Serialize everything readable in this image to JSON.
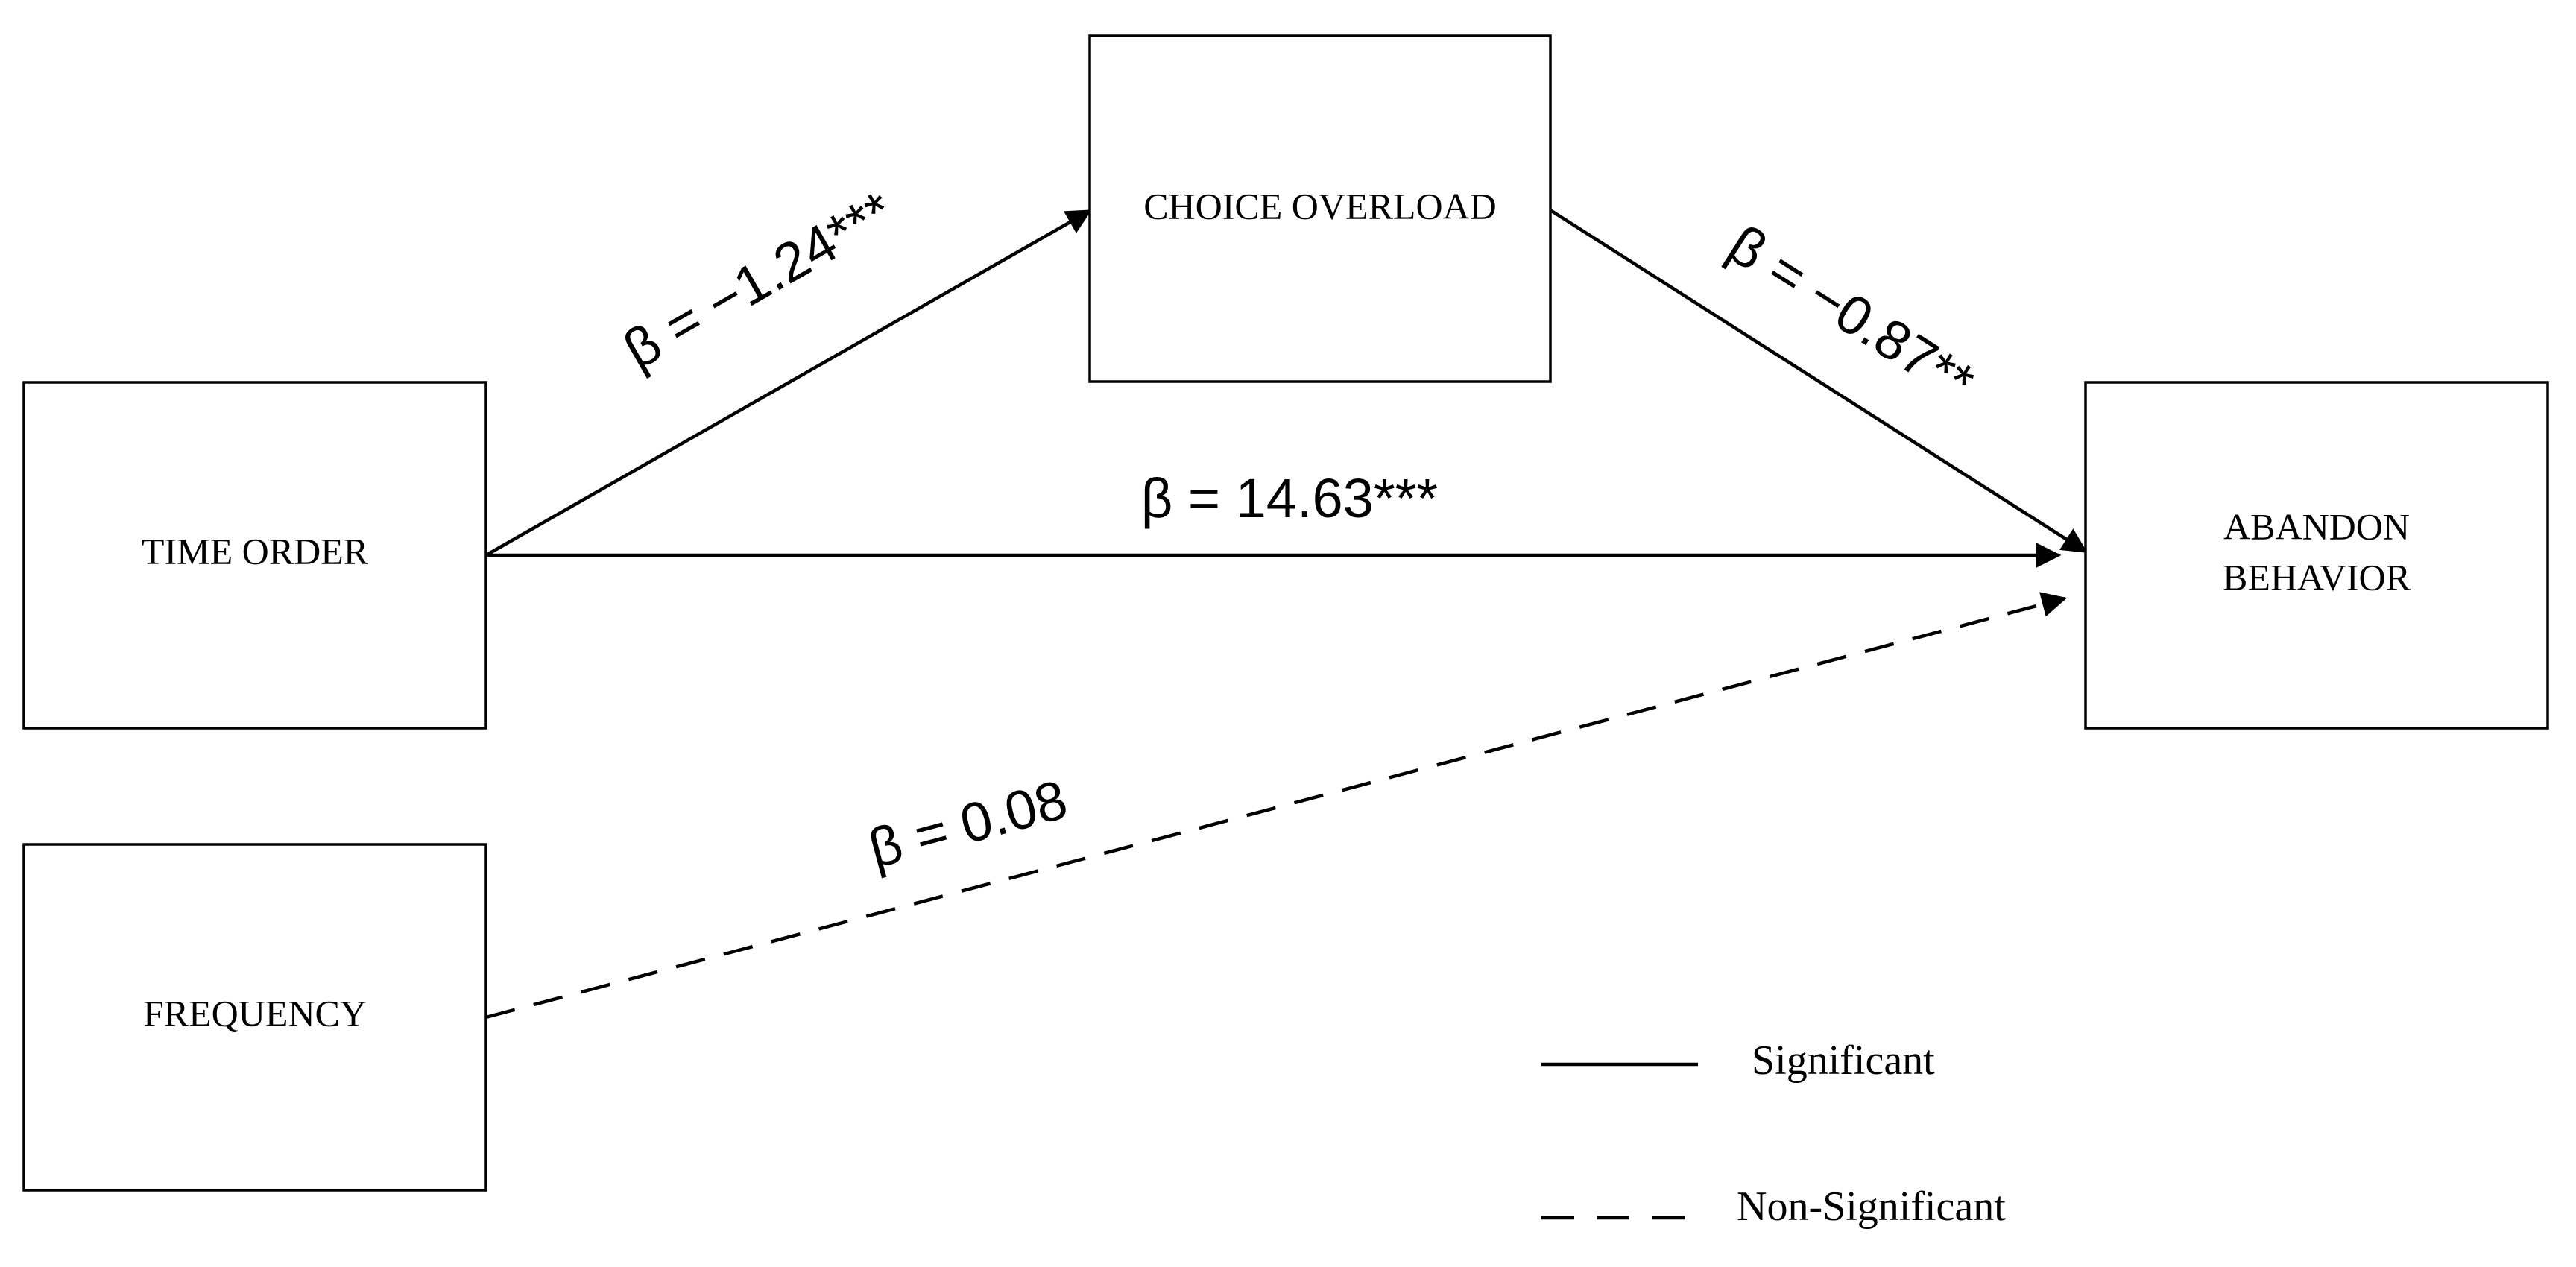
{
  "nodes": {
    "time_order": {
      "label": "TIME ORDER"
    },
    "frequency": {
      "label": "FREQUENCY"
    },
    "choice_overload": {
      "label": "CHOICE OVERLOAD"
    },
    "abandon_behavior": {
      "label_line1": "ABANDON",
      "label_line2": "BEHAVIOR"
    }
  },
  "edges": {
    "time_to_choice": {
      "label": "β  = −1.24***",
      "style": "solid"
    },
    "choice_to_abandon": {
      "label": "β  = −0.87**",
      "style": "solid"
    },
    "time_to_abandon": {
      "label": "β  = 14.63***",
      "style": "solid"
    },
    "frequency_to_abandon": {
      "label": "β  = 0.08",
      "style": "dashed"
    }
  },
  "legend": {
    "significant": "Significant",
    "non_significant": "Non-Significant"
  },
  "colors": {
    "line": "#000000",
    "background": "#ffffff"
  }
}
